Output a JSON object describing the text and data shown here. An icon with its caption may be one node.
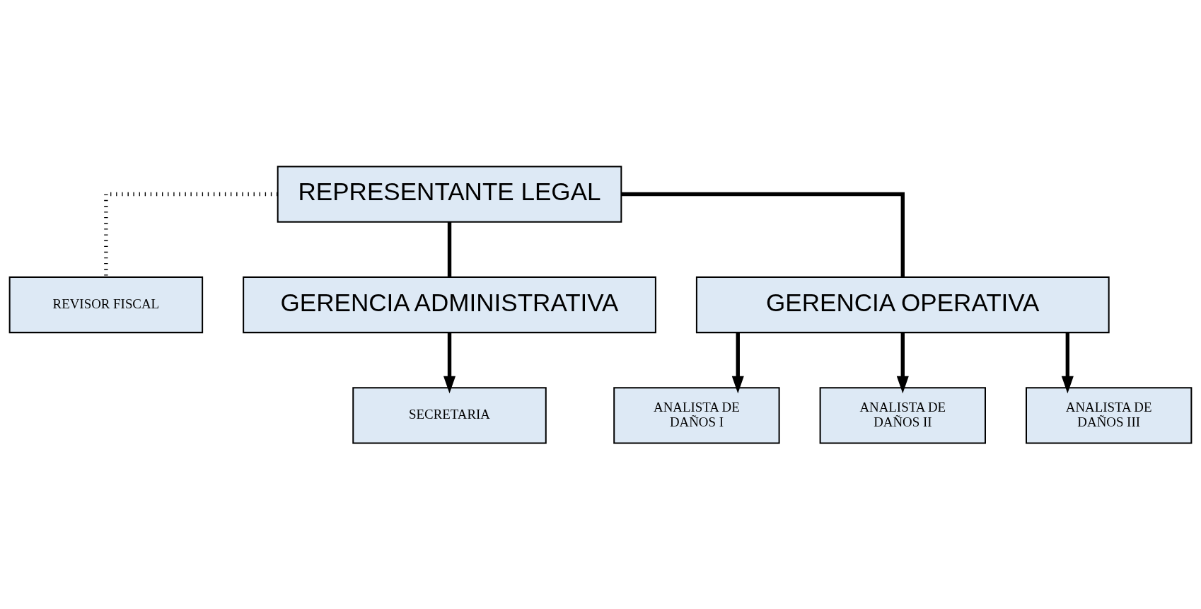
{
  "diagram": {
    "nodes": [
      {
        "text": [
          "REPRESENTANTE LEGAL"
        ]
      },
      {
        "text": [
          "REVISOR FISCAL"
        ]
      },
      {
        "text": [
          "GERENCIA ADMINISTRATIVA"
        ]
      },
      {
        "text": [
          "GERENCIA OPERATIVA"
        ]
      },
      {
        "text": [
          "SECRETARIA"
        ]
      },
      {
        "text": [
          "ANALISTA DE DAÑOS I"
        ]
      },
      {
        "text": [
          "ANALISTA DE DAÑOS II"
        ]
      },
      {
        "text": [
          "ANALISTA DE DAÑOS III"
        ]
      }
    ],
    "edges": [
      {
        "from": 0,
        "to": 1,
        "arrow": "none",
        "style": "dashed"
      },
      {
        "from": 0,
        "to": 2,
        "arrow": "none"
      },
      {
        "from": 0,
        "to": 3,
        "arrow": "none"
      },
      {
        "from": 2,
        "to": 4,
        "arrow": "to"
      },
      {
        "from": 3,
        "to": 5,
        "arrow": "to"
      },
      {
        "from": 3,
        "to": 6,
        "arrow": "to"
      },
      {
        "from": 3,
        "to": 7,
        "arrow": "to"
      }
    ]
  }
}
